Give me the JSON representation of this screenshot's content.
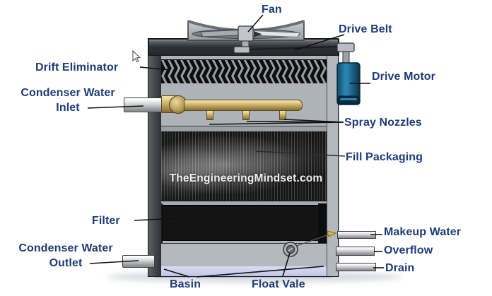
{
  "diagram": {
    "subject": "cooling-tower-cutaway",
    "labels": {
      "fan": "Fan",
      "drive_belt": "Drive Belt",
      "drift_eliminator": "Drift Eliminator",
      "condenser_water_inlet": "Condenser Water\nInlet",
      "drive_motor": "Drive Motor",
      "spray_nozzles": "Spray Nozzles",
      "fill_packaging": "Fill Packaging",
      "filter": "Filter",
      "condenser_water_outlet": "Condenser Water\nOutlet",
      "makeup_water": "Makeup Water",
      "overflow": "Overflow",
      "drain": "Drain",
      "basin": "Basin",
      "float_vale": "Float Vale"
    },
    "watermark": "TheEngineeringMindset.com",
    "icons": {
      "cursor": "mouse-pointer-icon"
    },
    "colors": {
      "label_text": "#1e3c78",
      "motor_body": "#1c6f9e",
      "brass_pipe": "#cdb468",
      "basin_water": "#c6cbe8",
      "fill_media": "#161616",
      "watermark_text": "#efefef",
      "background": "#ffffff"
    }
  }
}
